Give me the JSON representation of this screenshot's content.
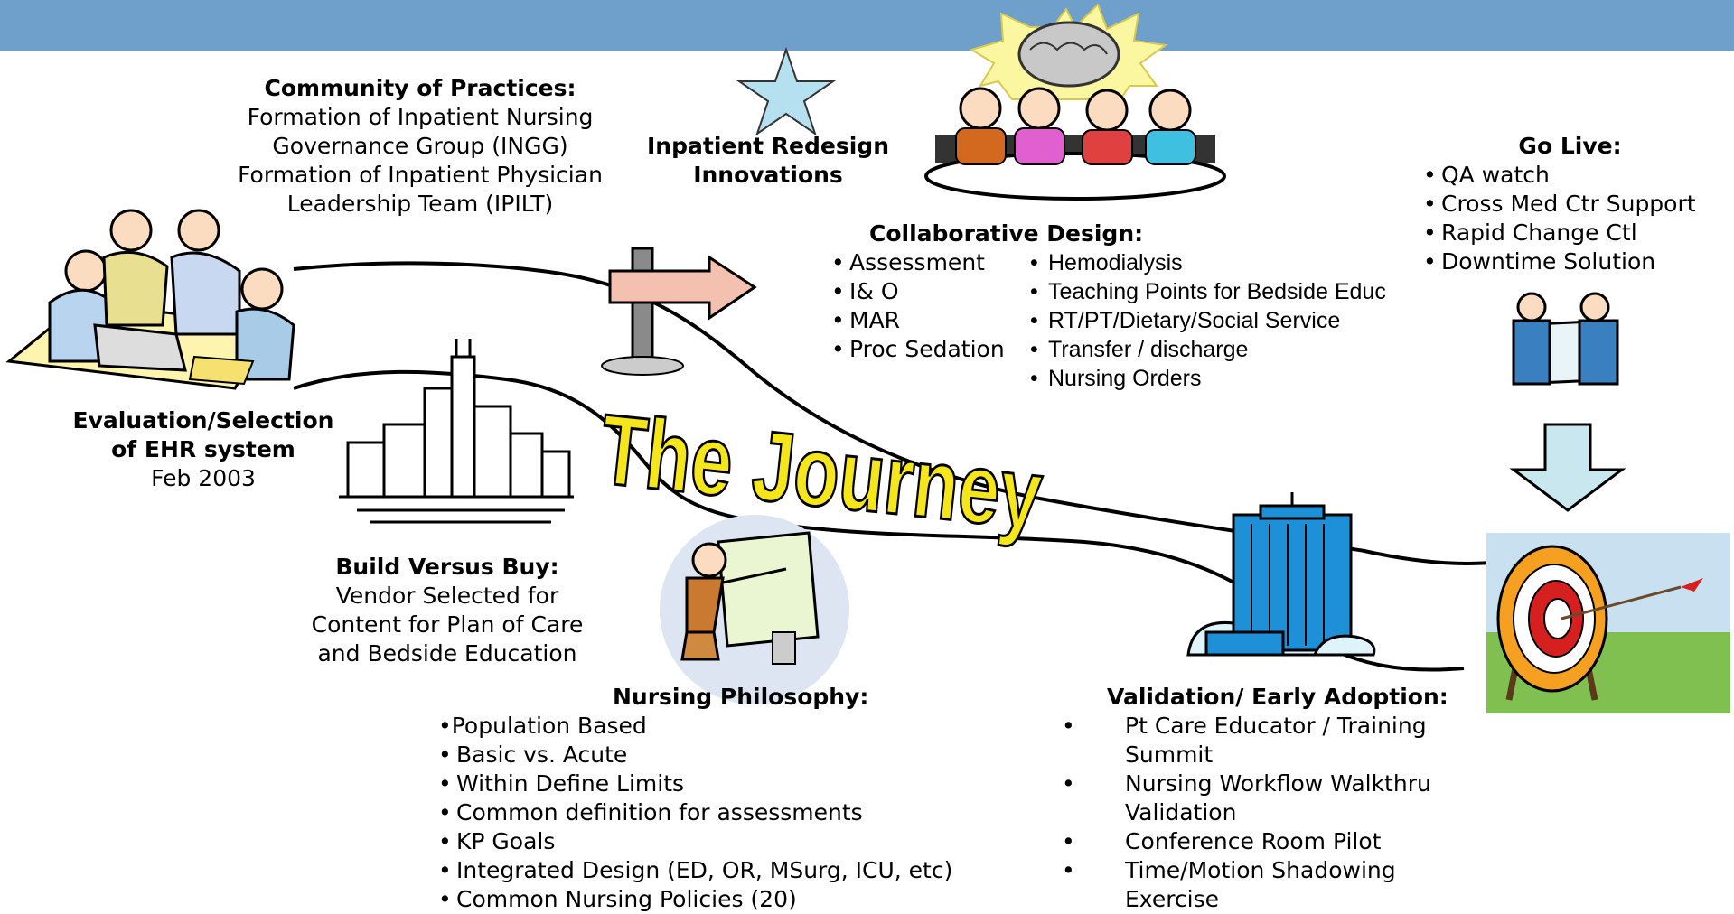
{
  "community": {
    "title": "Community of Practices:",
    "lines": [
      "Formation of Inpatient Nursing",
      "Governance Group (INGG)",
      "Formation of Inpatient Physician",
      "Leadership Team (IPILT)"
    ]
  },
  "innovations": {
    "line1": "Inpatient Redesign",
    "line2": "Innovations"
  },
  "golive": {
    "title": "Go Live:",
    "items": [
      "QA watch",
      "Cross Med Ctr Support",
      "Rapid Change Ctl",
      "Downtime Solution"
    ]
  },
  "collab": {
    "title": "Collaborative Design:",
    "left": [
      "Assessment",
      "I& O",
      "MAR",
      "Proc Sedation"
    ],
    "right": [
      "Hemodialysis",
      "Teaching Points for Bedside Educ",
      "RT/PT/Dietary/Social Service",
      "Transfer / discharge",
      "Nursing Orders"
    ]
  },
  "evaluation": {
    "line1": "Evaluation/Selection",
    "line2": "of EHR system",
    "date": "Feb 2003"
  },
  "journey_title": "The Journey",
  "build": {
    "title": "Build Versus Buy:",
    "lines": [
      "Vendor Selected for",
      "Content for Plan of Care",
      "and Bedside Education"
    ]
  },
  "philosophy": {
    "title": "Nursing Philosophy:",
    "first": "•Population Based",
    "items": [
      "Basic vs. Acute",
      "Within Define Limits",
      "Common definition for assessments",
      "KP Goals",
      "Integrated Design (ED, OR, MSurg, ICU, etc)",
      "Common Nursing Policies (20)"
    ]
  },
  "validation": {
    "title": "Validation/ Early Adoption:",
    "items": [
      {
        "l1": "Pt Care Educator / Training",
        "l2": "Summit"
      },
      {
        "l1": "Nursing Workflow Walkthru",
        "l2": "Validation"
      },
      {
        "l1": "Conference Room Pilot",
        "l2": ""
      },
      {
        "l1": "Time/Motion Shadowing",
        "l2": "Exercise"
      }
    ]
  },
  "icons": [
    "star-icon",
    "brain-meeting-icon",
    "signpost-icon",
    "office-team-icon",
    "city-skyline-icon",
    "teacher-icon",
    "skyscraper-icon",
    "couple-map-icon",
    "down-arrow-icon",
    "target-icon"
  ],
  "colors": {
    "header_bar": "#6f9fcb",
    "journey_fill": "#f5e61c",
    "star": "#b5e0ef",
    "arrow": "#c9e7ee"
  }
}
